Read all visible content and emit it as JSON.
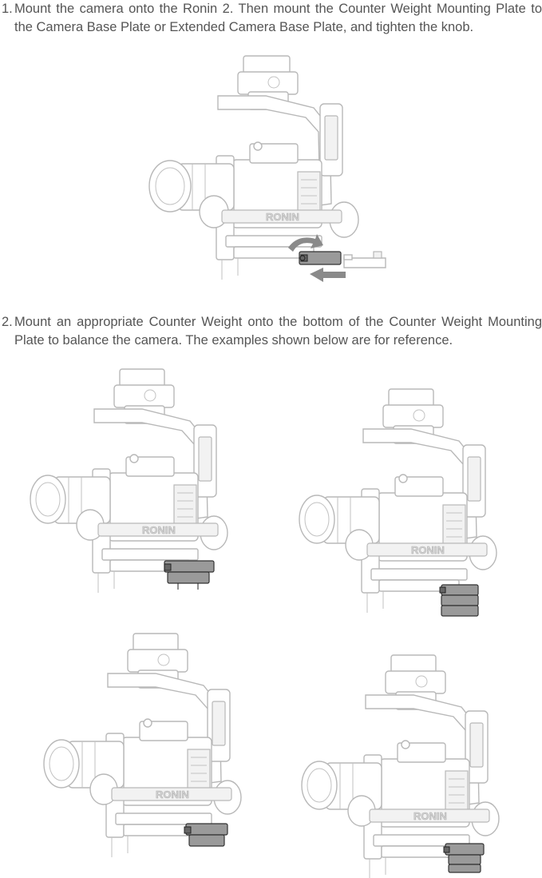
{
  "steps": [
    {
      "number": "1.",
      "text": "Mount the camera onto the Ronin 2. Then mount the Counter Weight Mounting Plate to the Camera Base Plate or Extended Camera Base Plate, and tighten the knob."
    },
    {
      "number": "2.",
      "text": "Mount an appropriate Counter Weight onto the bottom of the Counter Weight Mounting Plate to balance the camera. The examples shown below are for reference."
    }
  ],
  "illustration_brand": "RONIN",
  "colors": {
    "text": "#555555",
    "outline": "#b8b8b8",
    "counterweight": "#9a9a9a",
    "arrow": "#8a8a8a"
  }
}
